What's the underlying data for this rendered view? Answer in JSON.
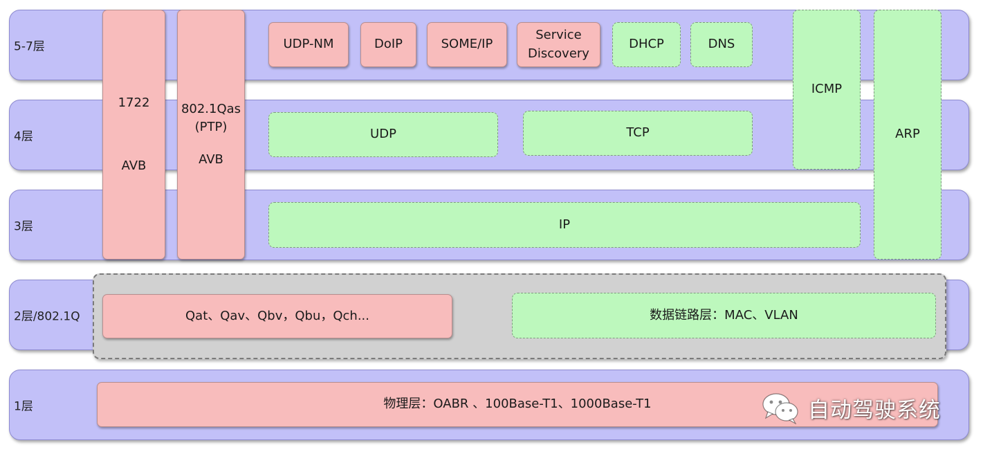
{
  "layers": {
    "l57": "5-7层",
    "l4": "4层",
    "l3": "3层",
    "l2": "2层/802.1Q",
    "l1": "1层"
  },
  "avb": {
    "col1_top": "1722",
    "col1_bottom": "AVB",
    "col2_top_line1": "802.1Qas",
    "col2_top_line2": "(PTP)",
    "col2_bottom": "AVB"
  },
  "app_protocols": {
    "udp_nm": "UDP-NM",
    "doip": "DoIP",
    "someip": "SOME/IP",
    "sd_line1": "Service",
    "sd_line2": "Discovery",
    "dhcp": "DHCP",
    "dns": "DNS"
  },
  "transport": {
    "udp": "UDP",
    "tcp": "TCP"
  },
  "network": {
    "ip": "IP",
    "icmp": "ICMP",
    "arp": "ARP"
  },
  "datalink": {
    "tsn": "Qat、Qav、Qbv，Qbu，Qch...",
    "mac_vlan": "数据链路层：MAC、VLAN"
  },
  "physical": {
    "phy": "物理层：OABR 、100Base-T1、1000Base-T1"
  },
  "watermark": {
    "text": "自动驾驶系统",
    "icon": "wechat-icon"
  },
  "colors": {
    "layer_bg": "#c2c0f8",
    "pink_block": "#f8bcbc",
    "green_block": "#bdf8bd",
    "gray_region": "#d1d1d1"
  }
}
